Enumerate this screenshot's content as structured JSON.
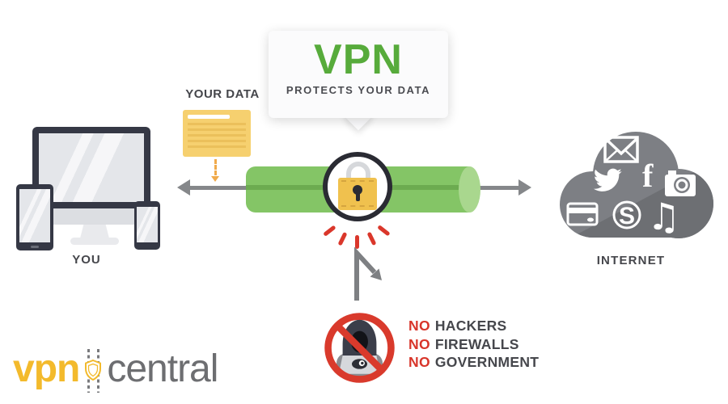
{
  "bubble": {
    "title": "VPN",
    "subtitle": "PROTECTS YOUR DATA"
  },
  "left_side": {
    "label": "YOU"
  },
  "data_packet": {
    "label": "YOUR DATA"
  },
  "right_side": {
    "label": "INTERNET"
  },
  "protections": {
    "items": [
      {
        "prefix": "NO",
        "label": "HACKERS"
      },
      {
        "prefix": "NO",
        "label": "FIREWALLS"
      },
      {
        "prefix": "NO",
        "label": "GOVERNMENT"
      }
    ]
  },
  "cloud": {
    "icons": [
      "email-icon",
      "twitter-icon",
      "facebook-icon",
      "camera-icon",
      "credit-card-icon",
      "skype-icon",
      "music-note-icon"
    ],
    "facebook_glyph": "f",
    "skype_glyph": "S",
    "music_glyph": "♫"
  },
  "logo": {
    "vpn": "vpn",
    "central": "central"
  },
  "colors": {
    "accent_green": "#57ab3b",
    "tunnel_green": "#84c566",
    "alert_red": "#d8352a",
    "lock_yellow": "#f0c14e",
    "doc_yellow": "#f6d06f",
    "logo_yellow": "#f3ba2c",
    "arrow_gray": "#85878a",
    "cloud_gray": "#7d7f84",
    "text_dark": "#45464b"
  }
}
